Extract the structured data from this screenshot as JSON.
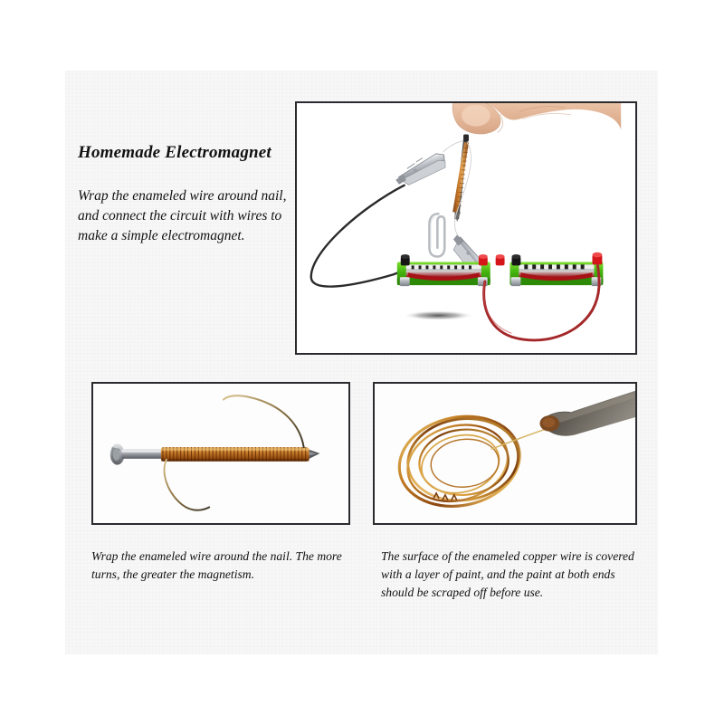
{
  "page": {
    "background_color": "#ffffff",
    "sheet_color": "#f7f7f7",
    "border_color": "#2b2b2f"
  },
  "text": {
    "title": "Homemade Electromagnet",
    "intro": "Wrap the enameled wire around nail, and connect the circuit with wires to make a simple electromagnet."
  },
  "captions": {
    "nail": "Wrap the enameled wire around the nail. The more turns, the greater the magnetism.",
    "wire": "The surface of the enameled copper wire is covered with a layer of paint, and the paint at both ends should be scraped off before use."
  },
  "photos": {
    "main": {
      "name": "electromagnet-circuit-demo-photo",
      "description": "Fingers hold a copper-wound nail above a paperclip; alligator clips connect to two green battery holders with red and black terminals.",
      "elements": [
        "hand-fingers",
        "copper-wound-nail",
        "paperclip",
        "alligator-clip-left",
        "alligator-clip-right",
        "black-wire",
        "red-wire",
        "battery-holder-left",
        "battery-holder-right",
        "drop-shadow"
      ],
      "colors": {
        "skin": "#e8bfa2",
        "copper": "#b5651d",
        "battery_holder_green": "#4caf17",
        "terminal_red": "#e0181c",
        "terminal_black": "#1b1b1b",
        "wire_red": "#a4282a",
        "wire_black": "#232323",
        "metal": "#b9bdc2"
      }
    },
    "nail": {
      "name": "copper-wound-nail-photo",
      "description": "A steel nail with enameled copper wire tightly coiled around its shaft and two loose wire leads.",
      "colors": {
        "nail_steel": "#9a9da2",
        "copper": "#b4691f"
      }
    },
    "wire": {
      "name": "enameled-copper-wire-coil-photo",
      "description": "A loose coil of enameled copper wire with a grey metal tool scraping paint from one end.",
      "colors": {
        "copper_light": "#e0b24a",
        "copper_dark": "#8a4a12",
        "tool_grey": "#5d5a55"
      }
    }
  }
}
